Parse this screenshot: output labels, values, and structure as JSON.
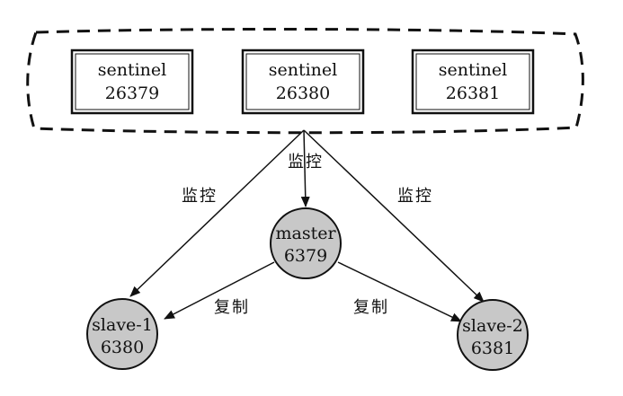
{
  "sentinels": [
    {
      "name": "sentinel",
      "port": "26379"
    },
    {
      "name": "sentinel",
      "port": "26380"
    },
    {
      "name": "sentinel",
      "port": "26381"
    }
  ],
  "master": {
    "name": "master",
    "port": "6379"
  },
  "slaves": [
    {
      "name": "slave-1",
      "port": "6380"
    },
    {
      "name": "slave-2",
      "port": "6381"
    }
  ],
  "edges": {
    "monitor_label": "监控",
    "replicate_label": "复制"
  },
  "colors": {
    "stroke": "#111111",
    "node_fill": "#c8c8c8",
    "box_fill": "#ffffff"
  }
}
